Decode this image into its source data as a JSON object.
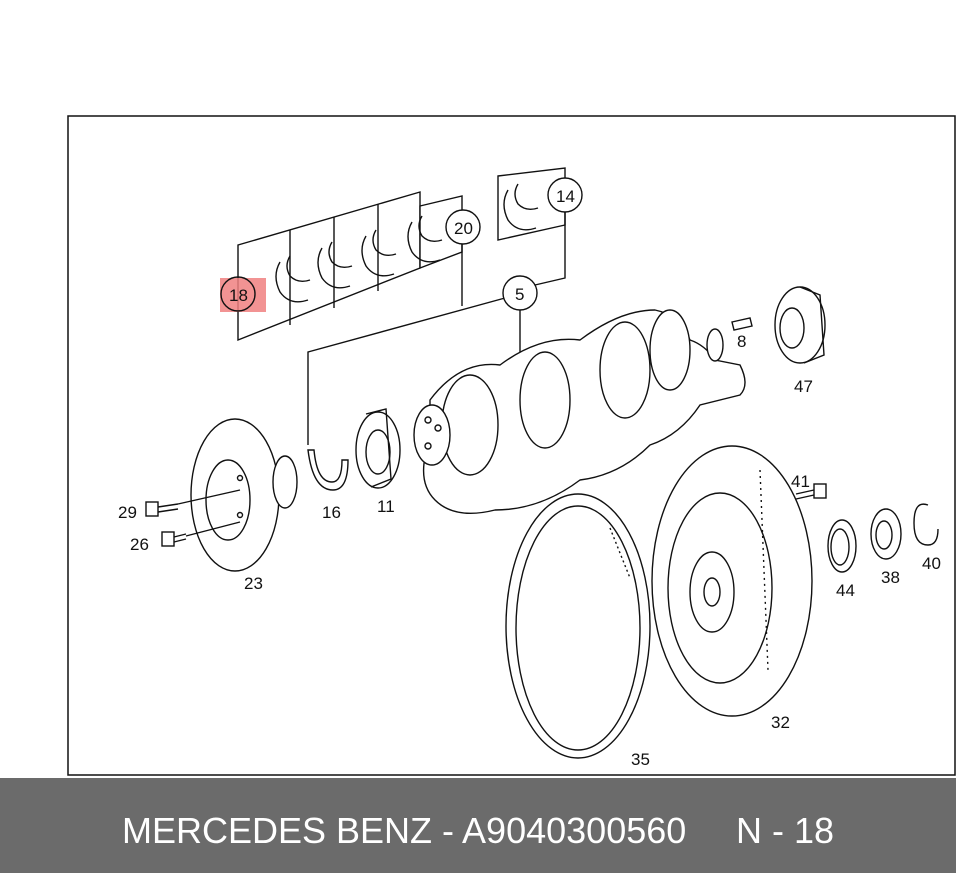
{
  "diagram": {
    "labels": {
      "l18": "18",
      "l20": "20",
      "l14": "14",
      "l5": "5",
      "l8": "8",
      "l47": "47",
      "l16": "16",
      "l11": "11",
      "l29": "29",
      "l26": "26",
      "l23": "23",
      "l41": "41",
      "l44": "44",
      "l38": "38",
      "l40": "40",
      "l32": "32",
      "l35": "35"
    },
    "highlight_color": "#f08080"
  },
  "footer": {
    "brand_part": "MERCEDES BENZ - A9040300560",
    "ref": "N - 18"
  }
}
